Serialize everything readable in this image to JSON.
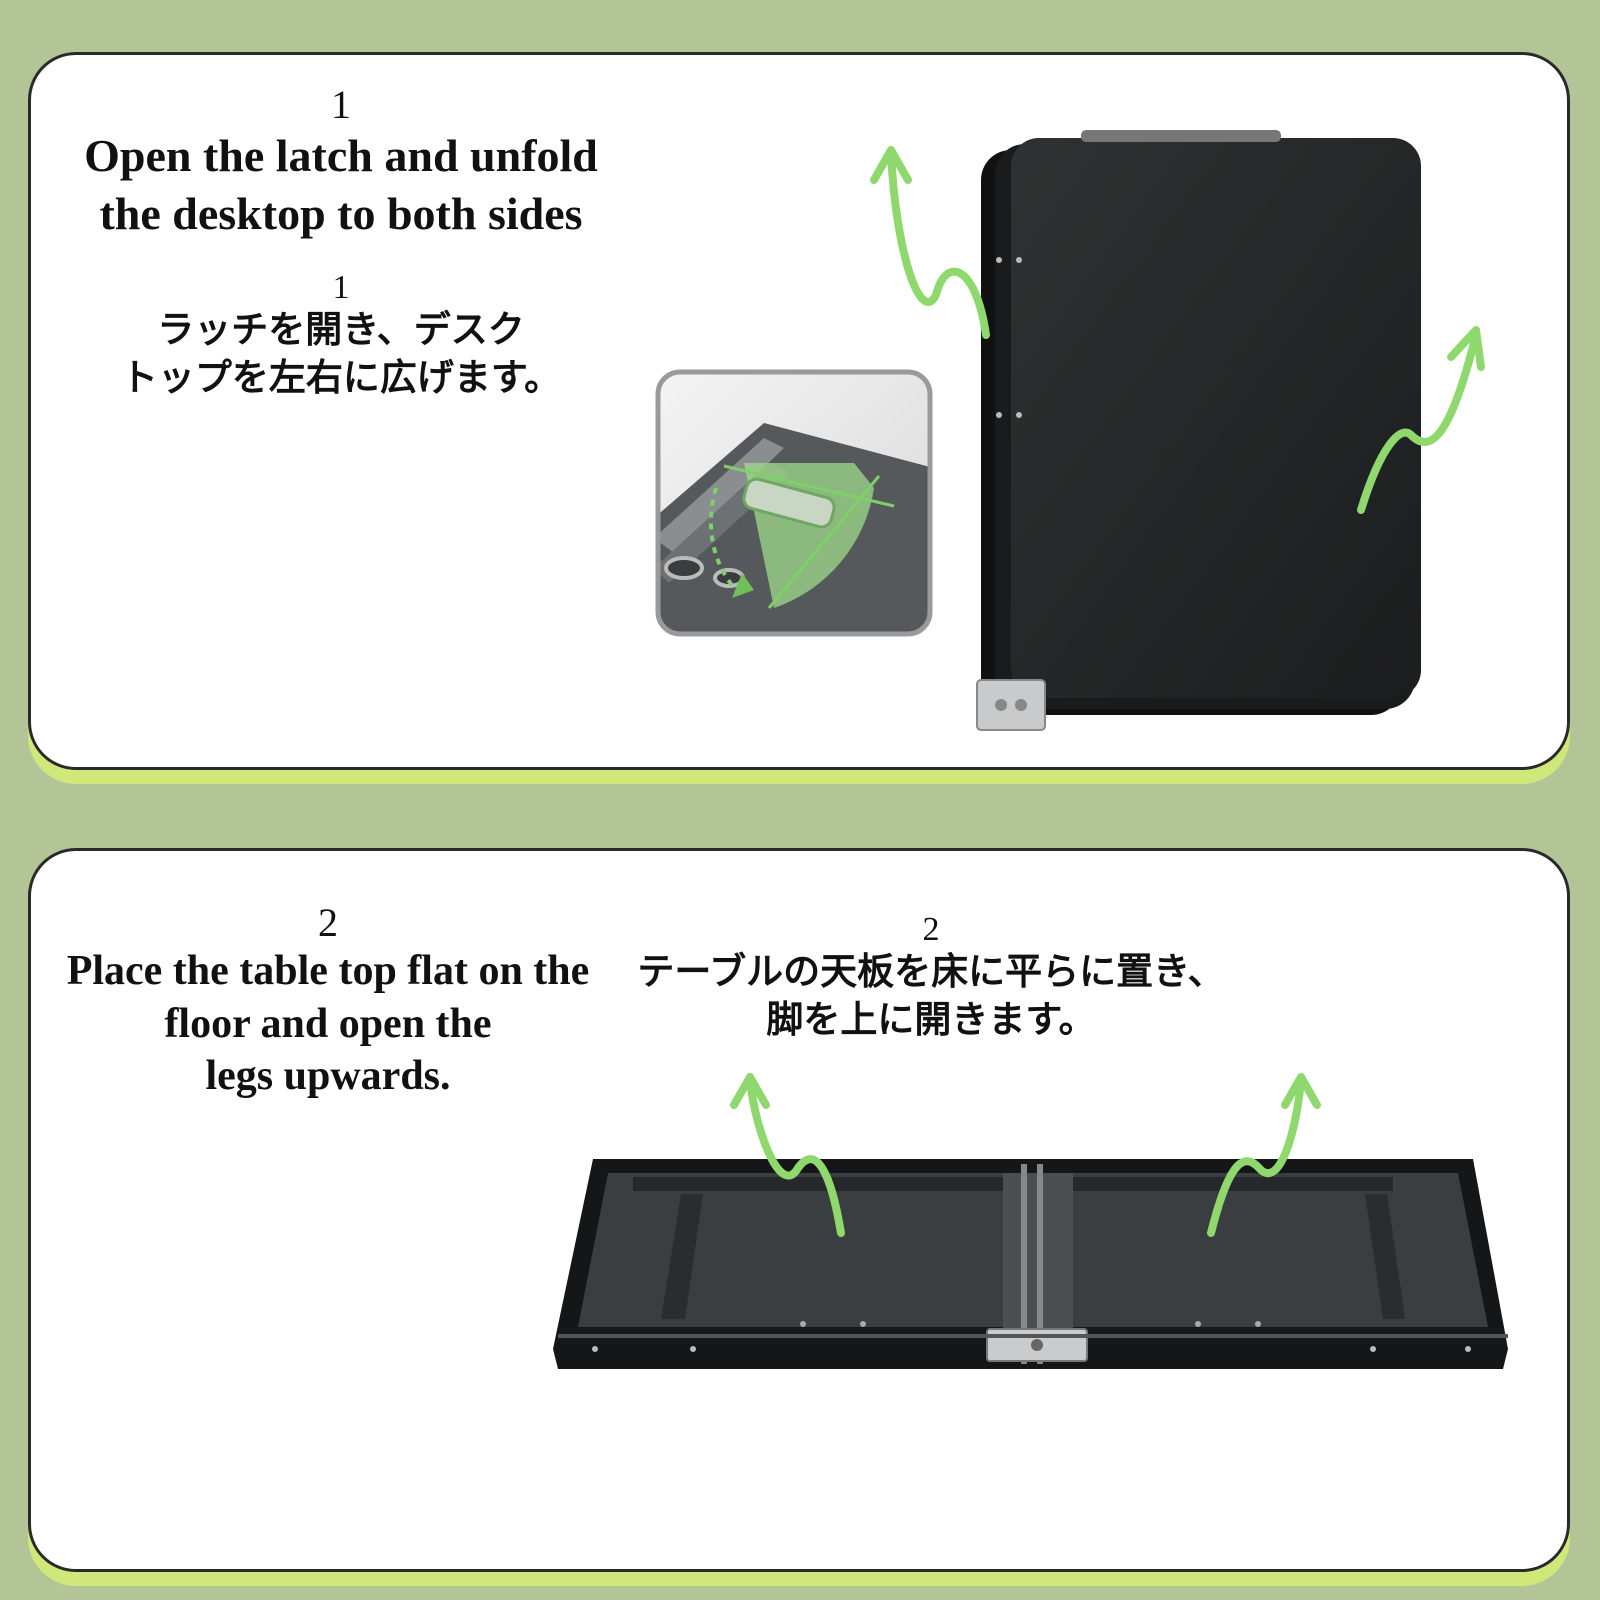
{
  "step1": {
    "number_en": "1",
    "title_en_line1": "Open the latch and unfold",
    "title_en_line2": "the desktop to both sides",
    "number_jp": "1",
    "title_jp_line1": "ラッチを開き、デスク",
    "title_jp_line2": "トップを左右に広げます。"
  },
  "step2": {
    "number_en": "2",
    "title_en_line1": "Place the table top flat on the",
    "title_en_line2": "floor and open the",
    "title_en_line3": "legs upwards.",
    "number_jp": "2",
    "title_jp_line1": "テーブルの天板を床に平らに置き、",
    "title_jp_line2": "脚を上に開きます。"
  },
  "colors": {
    "background": "#b3c497",
    "card": "#ffffff",
    "card_shadow": "#cfe879",
    "arrow": "#8fd86e",
    "table": "#2b2d2e"
  }
}
